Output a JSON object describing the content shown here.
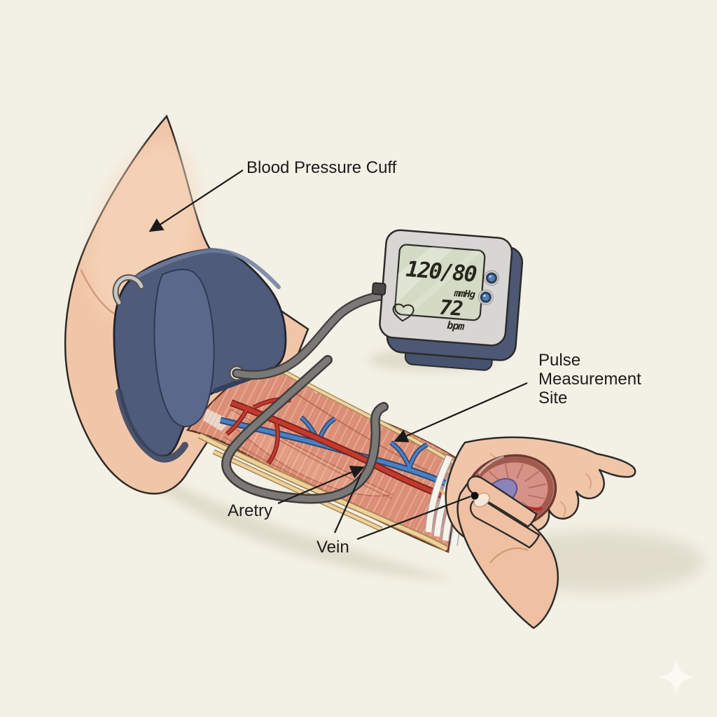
{
  "labels": {
    "cuff": "Blood Pressure Cuff",
    "pulse_line1": "Pulse",
    "pulse_line2": "Measurement",
    "pulse_line3": "Site",
    "artery": "Aretry",
    "vein": "Vein"
  },
  "monitor": {
    "reading": "120/80",
    "unit": "mmHg",
    "pulse_value": "72",
    "pulse_unit": "bpm",
    "icon": "heart-icon",
    "button_count": 2
  },
  "icons": [
    "heart-icon",
    "sparkle-icon",
    "arrowhead-markers",
    "pulse-point-dot"
  ],
  "colors": {
    "background": "#f3f0e5",
    "skin": "#f1c6a8",
    "cuff_navy": "#4e5b7b",
    "muscle": "#dd9078",
    "artery_red": "#c23a2e",
    "vein_blue": "#4a80c4",
    "tendon_beige": "#ecd19f",
    "tube_gray": "#7a7977",
    "monitor_body": "#d8d6d2",
    "monitor_screen": "#d4dac3",
    "button_blue": "#4e7fb5",
    "line_black": "#1a1a1a"
  }
}
